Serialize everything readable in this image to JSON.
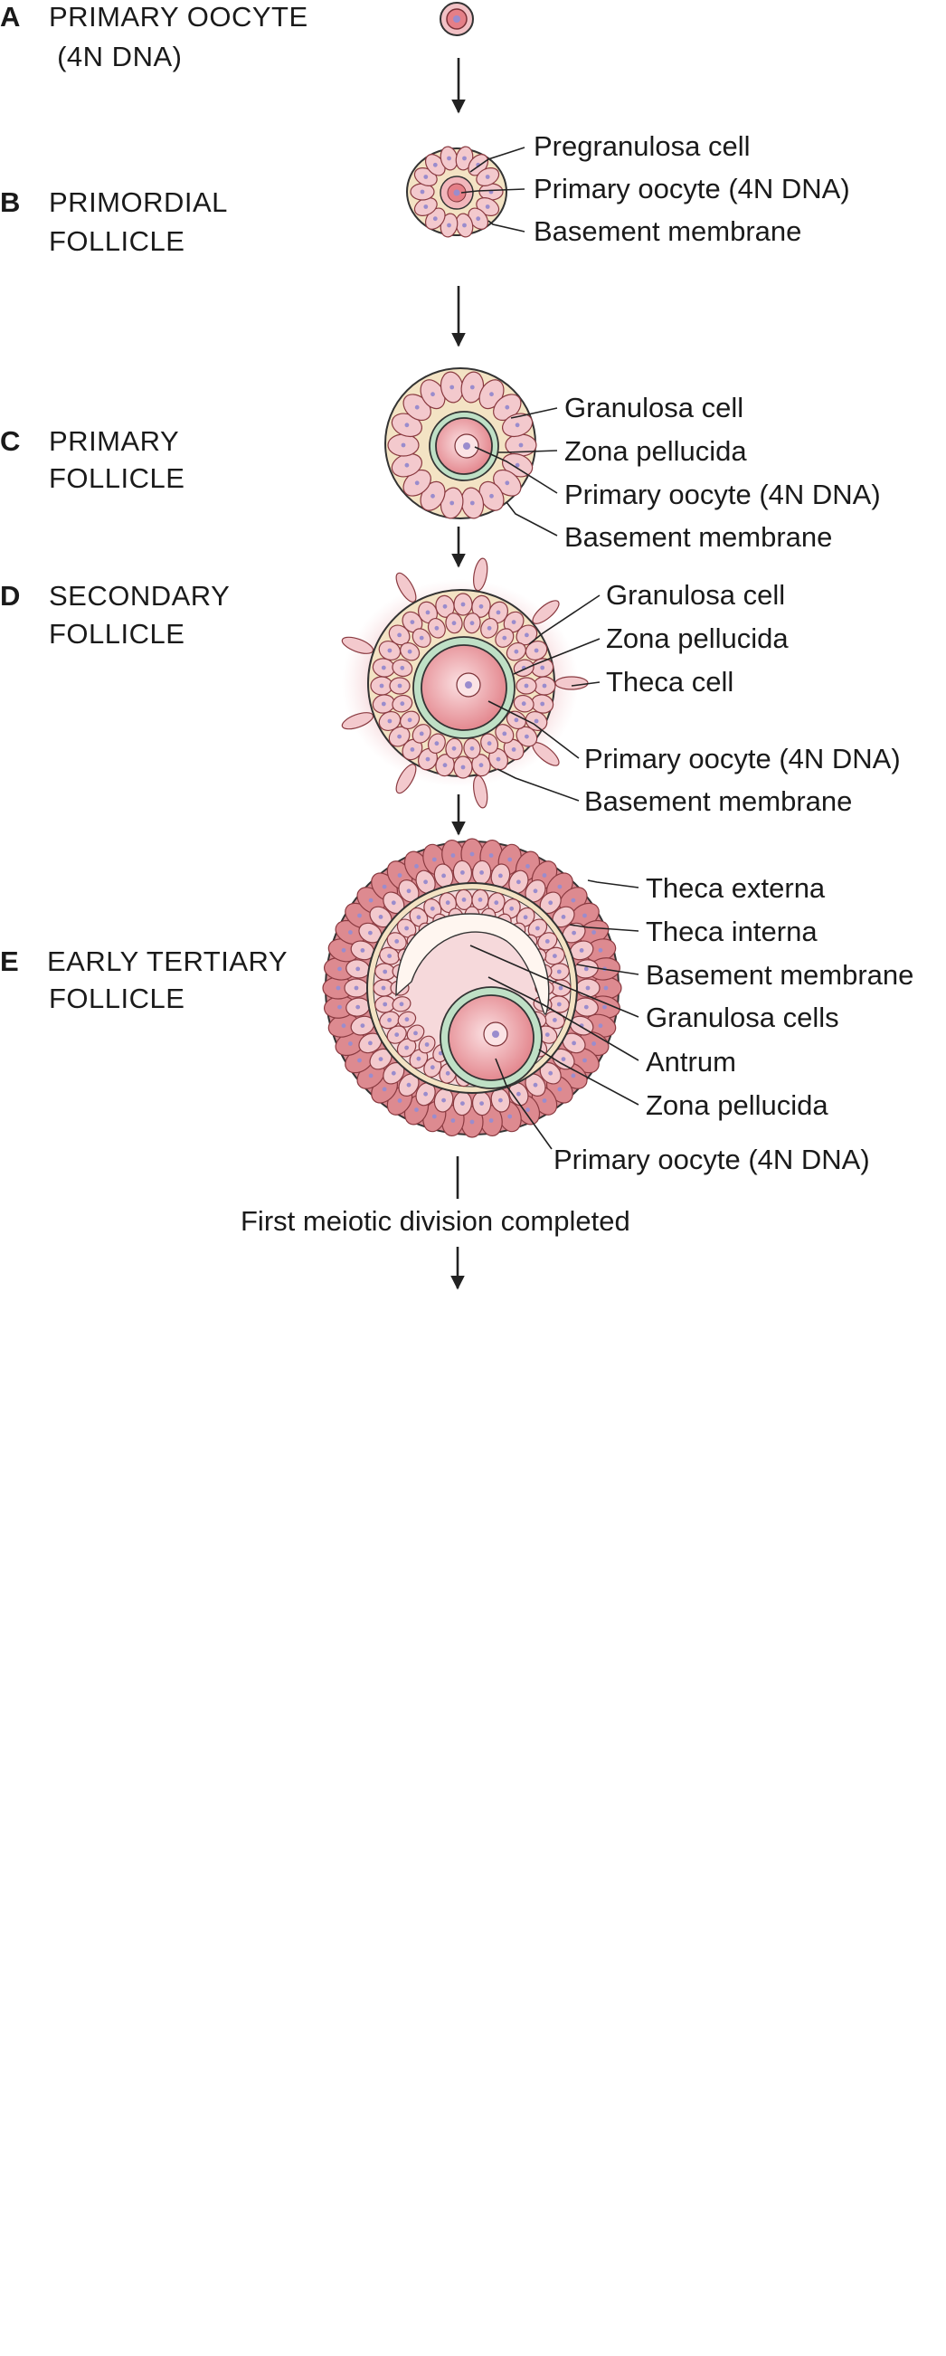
{
  "colors": {
    "cell_fill": "#f3c9cd",
    "cell_fill_dark": "#dd8a90",
    "cell_stroke": "#8a3a40",
    "nucleus": "#9a8ccd",
    "oocyte": "#ee9ca0",
    "oocyte_core": "#e47a82",
    "zona": "#bfe0c6",
    "basement": "#f3e3c4",
    "stroma": "#e7a0a6",
    "outline": "#333333"
  },
  "stages": [
    {
      "letter": "A",
      "title_lines": [
        "PRIMARY OOCYTE",
        " (4N DNA)"
      ],
      "labels": []
    },
    {
      "letter": "B",
      "title_lines": [
        "PRIMORDIAL",
        "FOLLICLE"
      ],
      "labels": [
        "Pregranulosa cell",
        "Primary oocyte (4N DNA)",
        "Basement membrane"
      ]
    },
    {
      "letter": "C",
      "title_lines": [
        "PRIMARY",
        "FOLLICLE"
      ],
      "labels": [
        "Granulosa cell",
        "Zona pellucida",
        "Primary oocyte (4N DNA)",
        "Basement membrane"
      ]
    },
    {
      "letter": "D",
      "title_lines": [
        "SECONDARY",
        "FOLLICLE"
      ],
      "labels": [
        "Granulosa cell",
        "Zona pellucida",
        "Theca cell",
        "Primary oocyte (4N DNA)",
        "Basement membrane"
      ]
    },
    {
      "letter": "E",
      "title_lines": [
        "EARLY TERTIARY",
        "FOLLICLE"
      ],
      "labels": [
        "Theca externa",
        "Theca interna",
        "Basement membrane",
        "Granulosa cells",
        "Antrum",
        "Zona pellucida",
        "Primary oocyte (4N DNA)"
      ]
    }
  ],
  "final_step": "First meiotic division completed"
}
